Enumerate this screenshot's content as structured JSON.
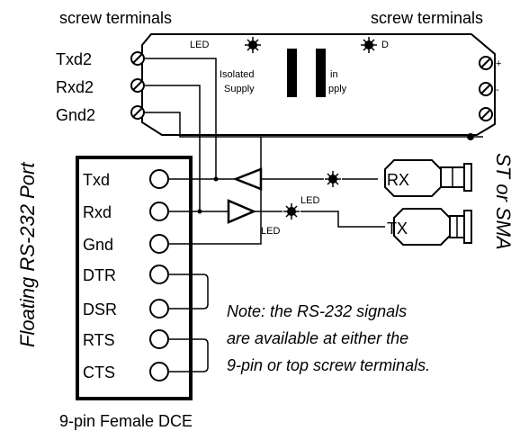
{
  "labels": {
    "screw_terminals_left": "screw terminals",
    "screw_terminals_right": "screw terminals",
    "txd2": "Txd2",
    "rxd2": "Rxd2",
    "gnd2": "Gnd2",
    "led_top": "LED",
    "led_top_right": "D",
    "isolated_supply_line1": "Isolated",
    "isolated_supply_line2": "Supply",
    "main_supply_line1": "in",
    "main_supply_line2": "pply",
    "plus": "+",
    "minus": "-",
    "led_mid": "LED",
    "led_lower": "LED",
    "rx": "RX",
    "tx": "TX",
    "st_or_sma": "ST or SMA",
    "floating_port": "Floating RS-232 Port",
    "connector_caption": "9-pin Female DCE"
  },
  "pins": [
    "Txd",
    "Rxd",
    "Gnd",
    "DTR",
    "DSR",
    "RTS",
    "CTS"
  ],
  "note": [
    "Note: the RS-232 signals",
    "are available at either the",
    "9-pin or top screw terminals."
  ]
}
